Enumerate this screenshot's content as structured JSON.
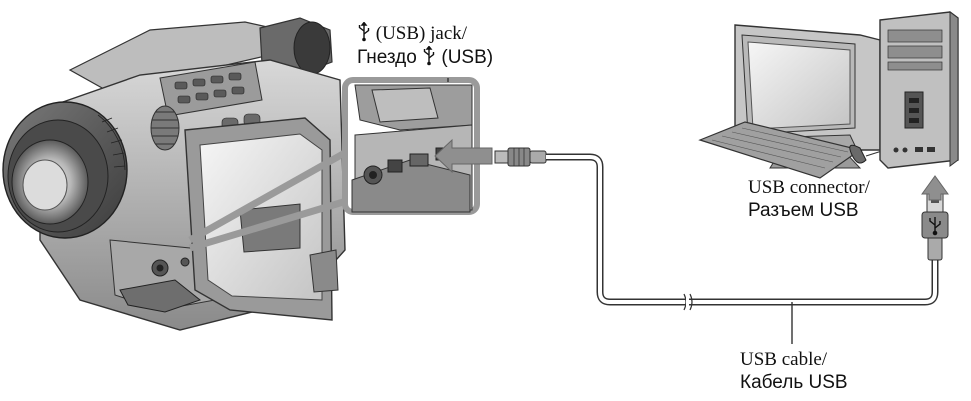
{
  "labels": {
    "usb_jack_en_prefix": "",
    "usb_jack_en_text": "(USB) jack/",
    "usb_jack_ru_text_before": "Гнездо",
    "usb_jack_ru_text_after": "(USB)",
    "usb_connector_en": "USB connector/",
    "usb_connector_ru": "Разъем USB",
    "usb_cable_en": "USB cable/",
    "usb_cable_ru": "Кабель USB"
  },
  "icons": {
    "usb_symbol": "usb-trident-icon"
  },
  "colors": {
    "line": "#333333",
    "body_dark": "#4a4a4a",
    "body_mid": "#8c8c8c",
    "body_light": "#cfcfcf",
    "highlight_box": "#9a9a9a"
  }
}
